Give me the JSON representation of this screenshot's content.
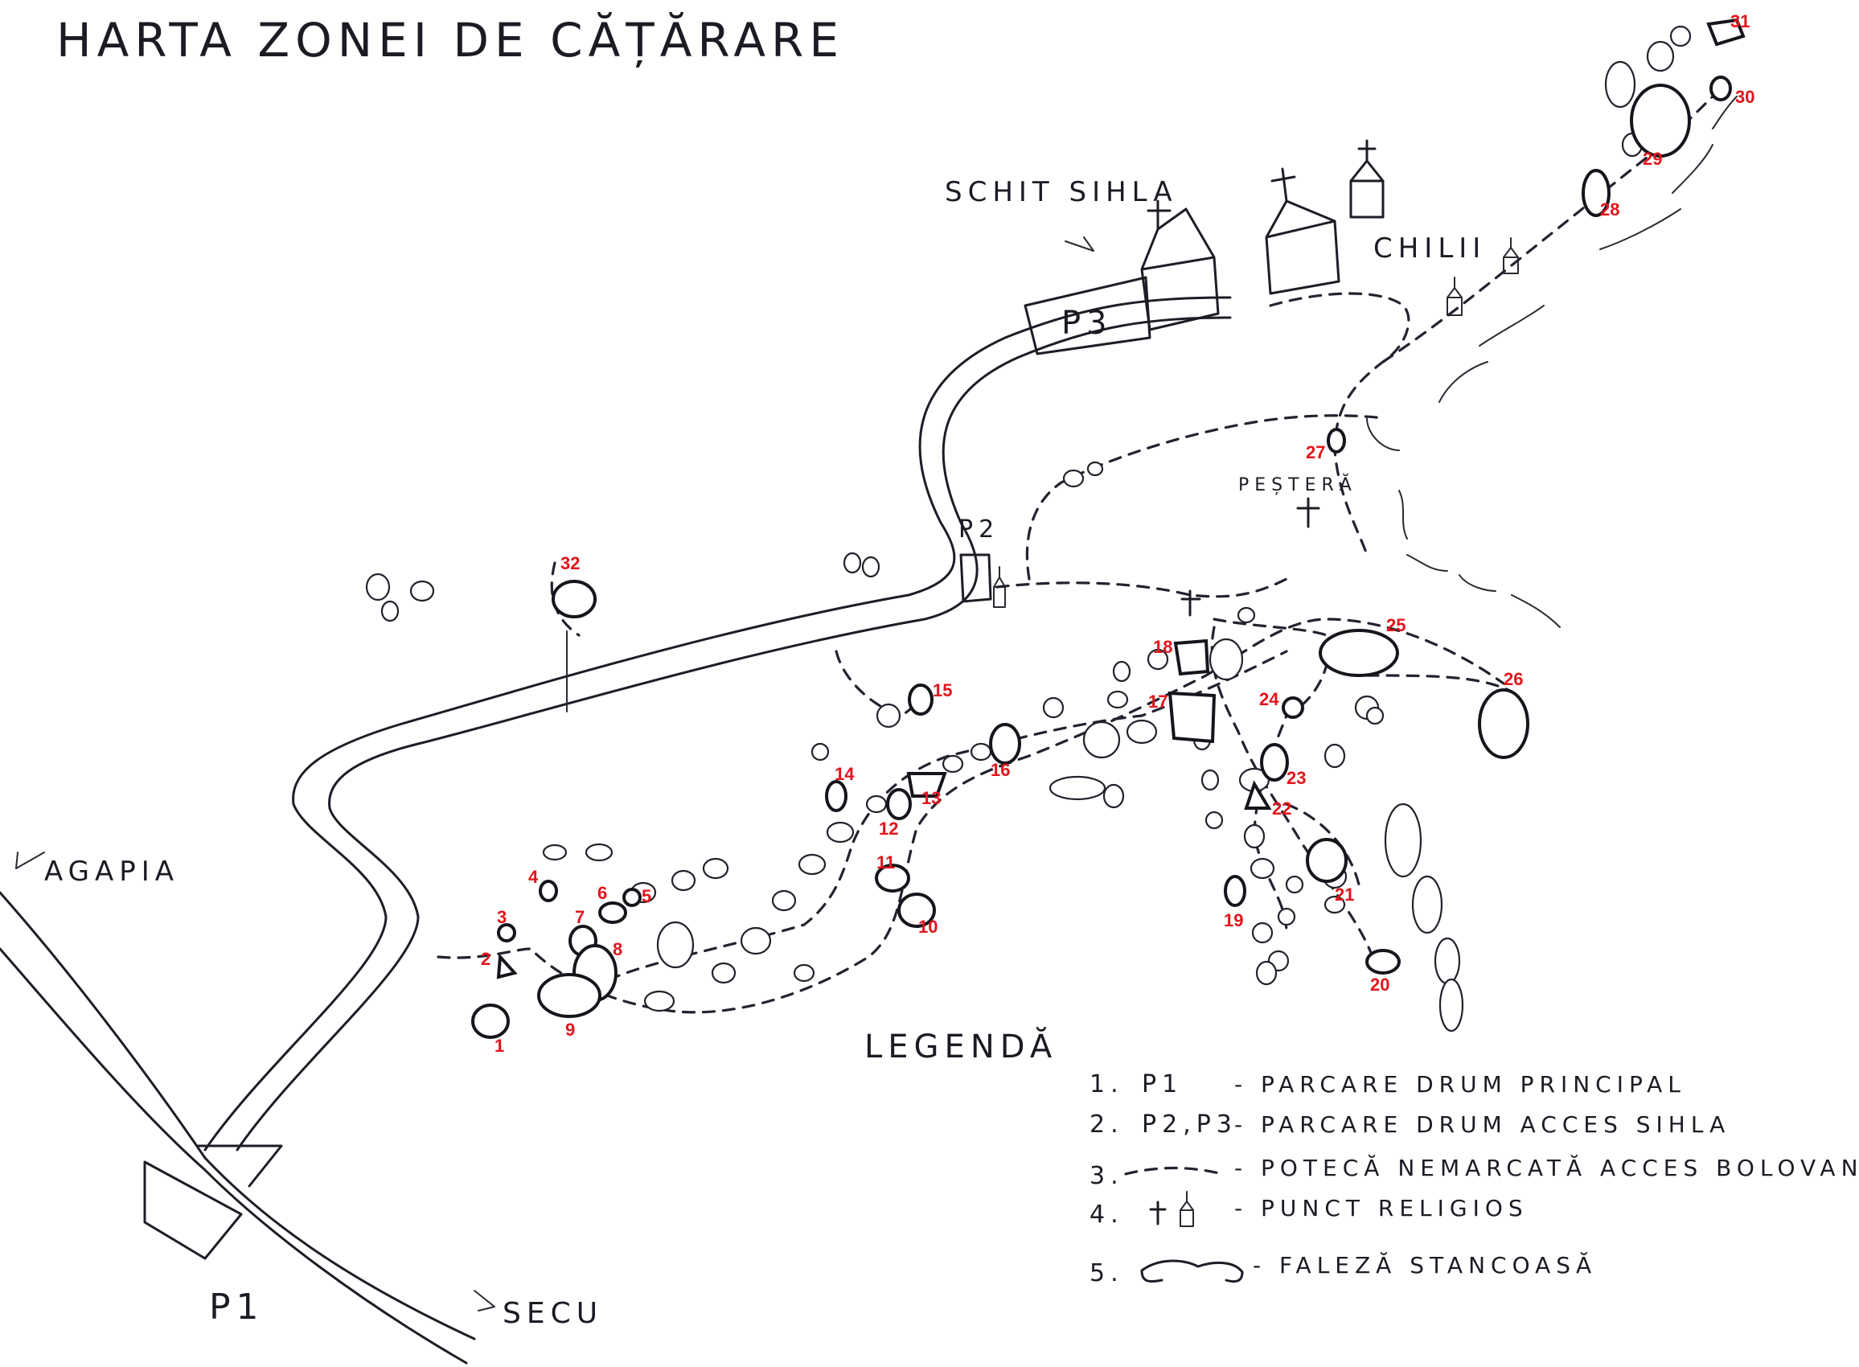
{
  "title": "HARTA ZONEI DE CĂȚĂRARE",
  "labels": {
    "schit": "SCHIT SIHLA",
    "chilii": "CHILII",
    "pestera": "PEȘTERĂ",
    "p1": "P1",
    "p2": "P2",
    "p3": "P3",
    "agapia": "AGAPIA",
    "secu": "SECU",
    "legend_title": "LEGENDĂ"
  },
  "legend": [
    {
      "n": "1.",
      "sym": "P1",
      "text": "- PARCARE   DRUM PRINCIPAL"
    },
    {
      "n": "2.",
      "sym": "P2,P3",
      "text": "- PARCARE DRUM ACCES SIHLA"
    },
    {
      "n": "3.",
      "sym": "",
      "text": "- POTECĂ NEMARCATĂ ACCES BOLOVANI"
    },
    {
      "n": "4.",
      "sym": "",
      "text": "- PUNCT  RELIGIOS"
    },
    {
      "n": "5.",
      "sym": "",
      "text": "- FALEZĂ  STANCOASĂ"
    }
  ],
  "boulder_numbers": [
    "1",
    "2",
    "3",
    "4",
    "5",
    "6",
    "7",
    "8",
    "9",
    "10",
    "11",
    "12",
    "13",
    "14",
    "15",
    "16",
    "17",
    "18",
    "19",
    "20",
    "21",
    "22",
    "23",
    "24",
    "25",
    "26",
    "27",
    "28",
    "29",
    "30",
    "31",
    "32"
  ],
  "colors": {
    "ink": "#1d1d26",
    "numbers": "#e3141b",
    "paper": "#ffffff"
  },
  "icons": [
    "church-icon",
    "cross-icon",
    "parking-icon",
    "boulder-icon",
    "cliff-icon",
    "arrow-icon"
  ]
}
